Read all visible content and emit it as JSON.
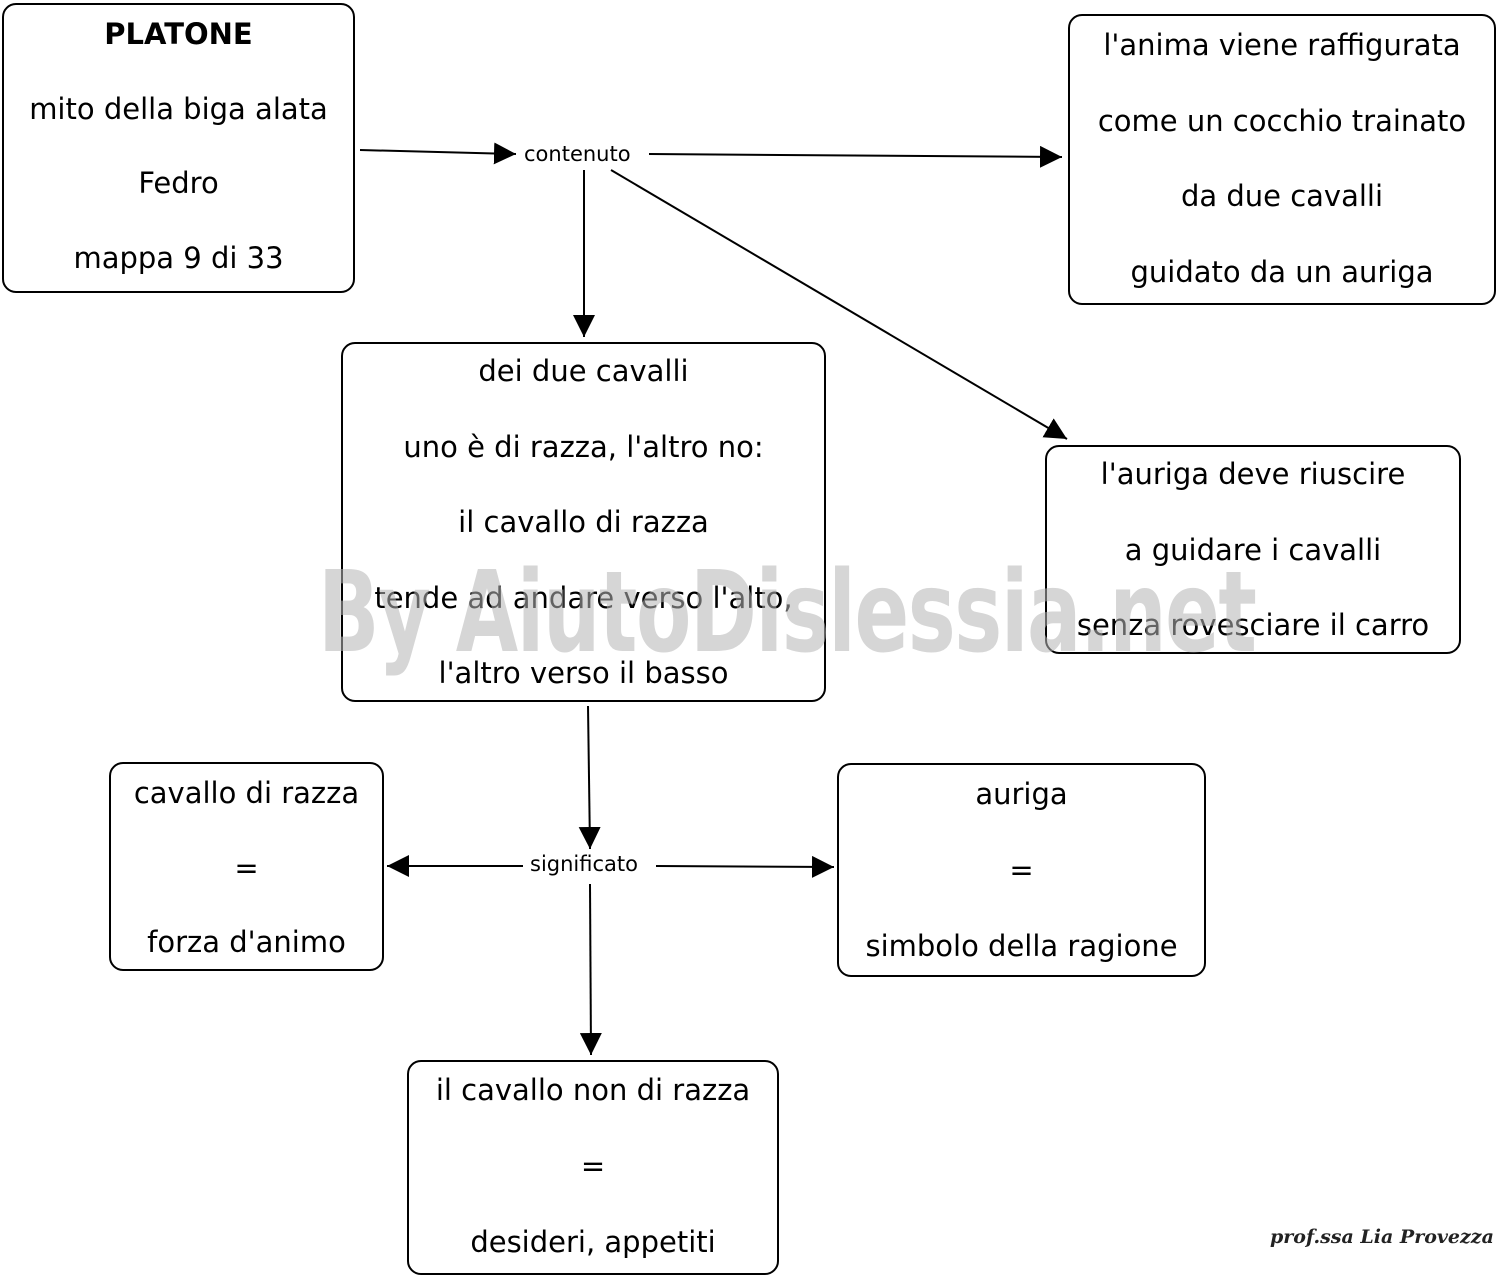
{
  "nodes": {
    "title": {
      "lines": [
        "PLATONE",
        "mito della biga alata",
        "Fedro",
        "mappa 9  di 33"
      ]
    },
    "anima": {
      "lines": [
        "l'anima viene raffigurata",
        "come un cocchio trainato",
        "da due cavalli",
        "guidato da un auriga"
      ]
    },
    "due_cavalli": {
      "lines": [
        "dei due cavalli",
        "uno è di razza, l'altro no:",
        "il cavallo di razza",
        "tende ad andare verso l'alto,",
        "l'altro verso il basso"
      ]
    },
    "auriga_guida": {
      "lines": [
        "l'auriga deve riuscire",
        "a guidare i cavalli",
        "senza rovesciare il carro"
      ]
    },
    "cavallo_razza": {
      "lines": [
        "cavallo di razza",
        "=",
        "forza d'animo"
      ]
    },
    "auriga_simbolo": {
      "lines": [
        "auriga",
        "=",
        "simbolo della ragione"
      ]
    },
    "cavallo_non_razza": {
      "lines": [
        "il cavallo non di razza",
        "=",
        "desideri, appetiti"
      ]
    }
  },
  "link_labels": {
    "contenuto": "contenuto",
    "significato": "significato"
  },
  "watermark": "By AiutoDislessia.net",
  "signature": "prof.ssa Lia Provezza"
}
